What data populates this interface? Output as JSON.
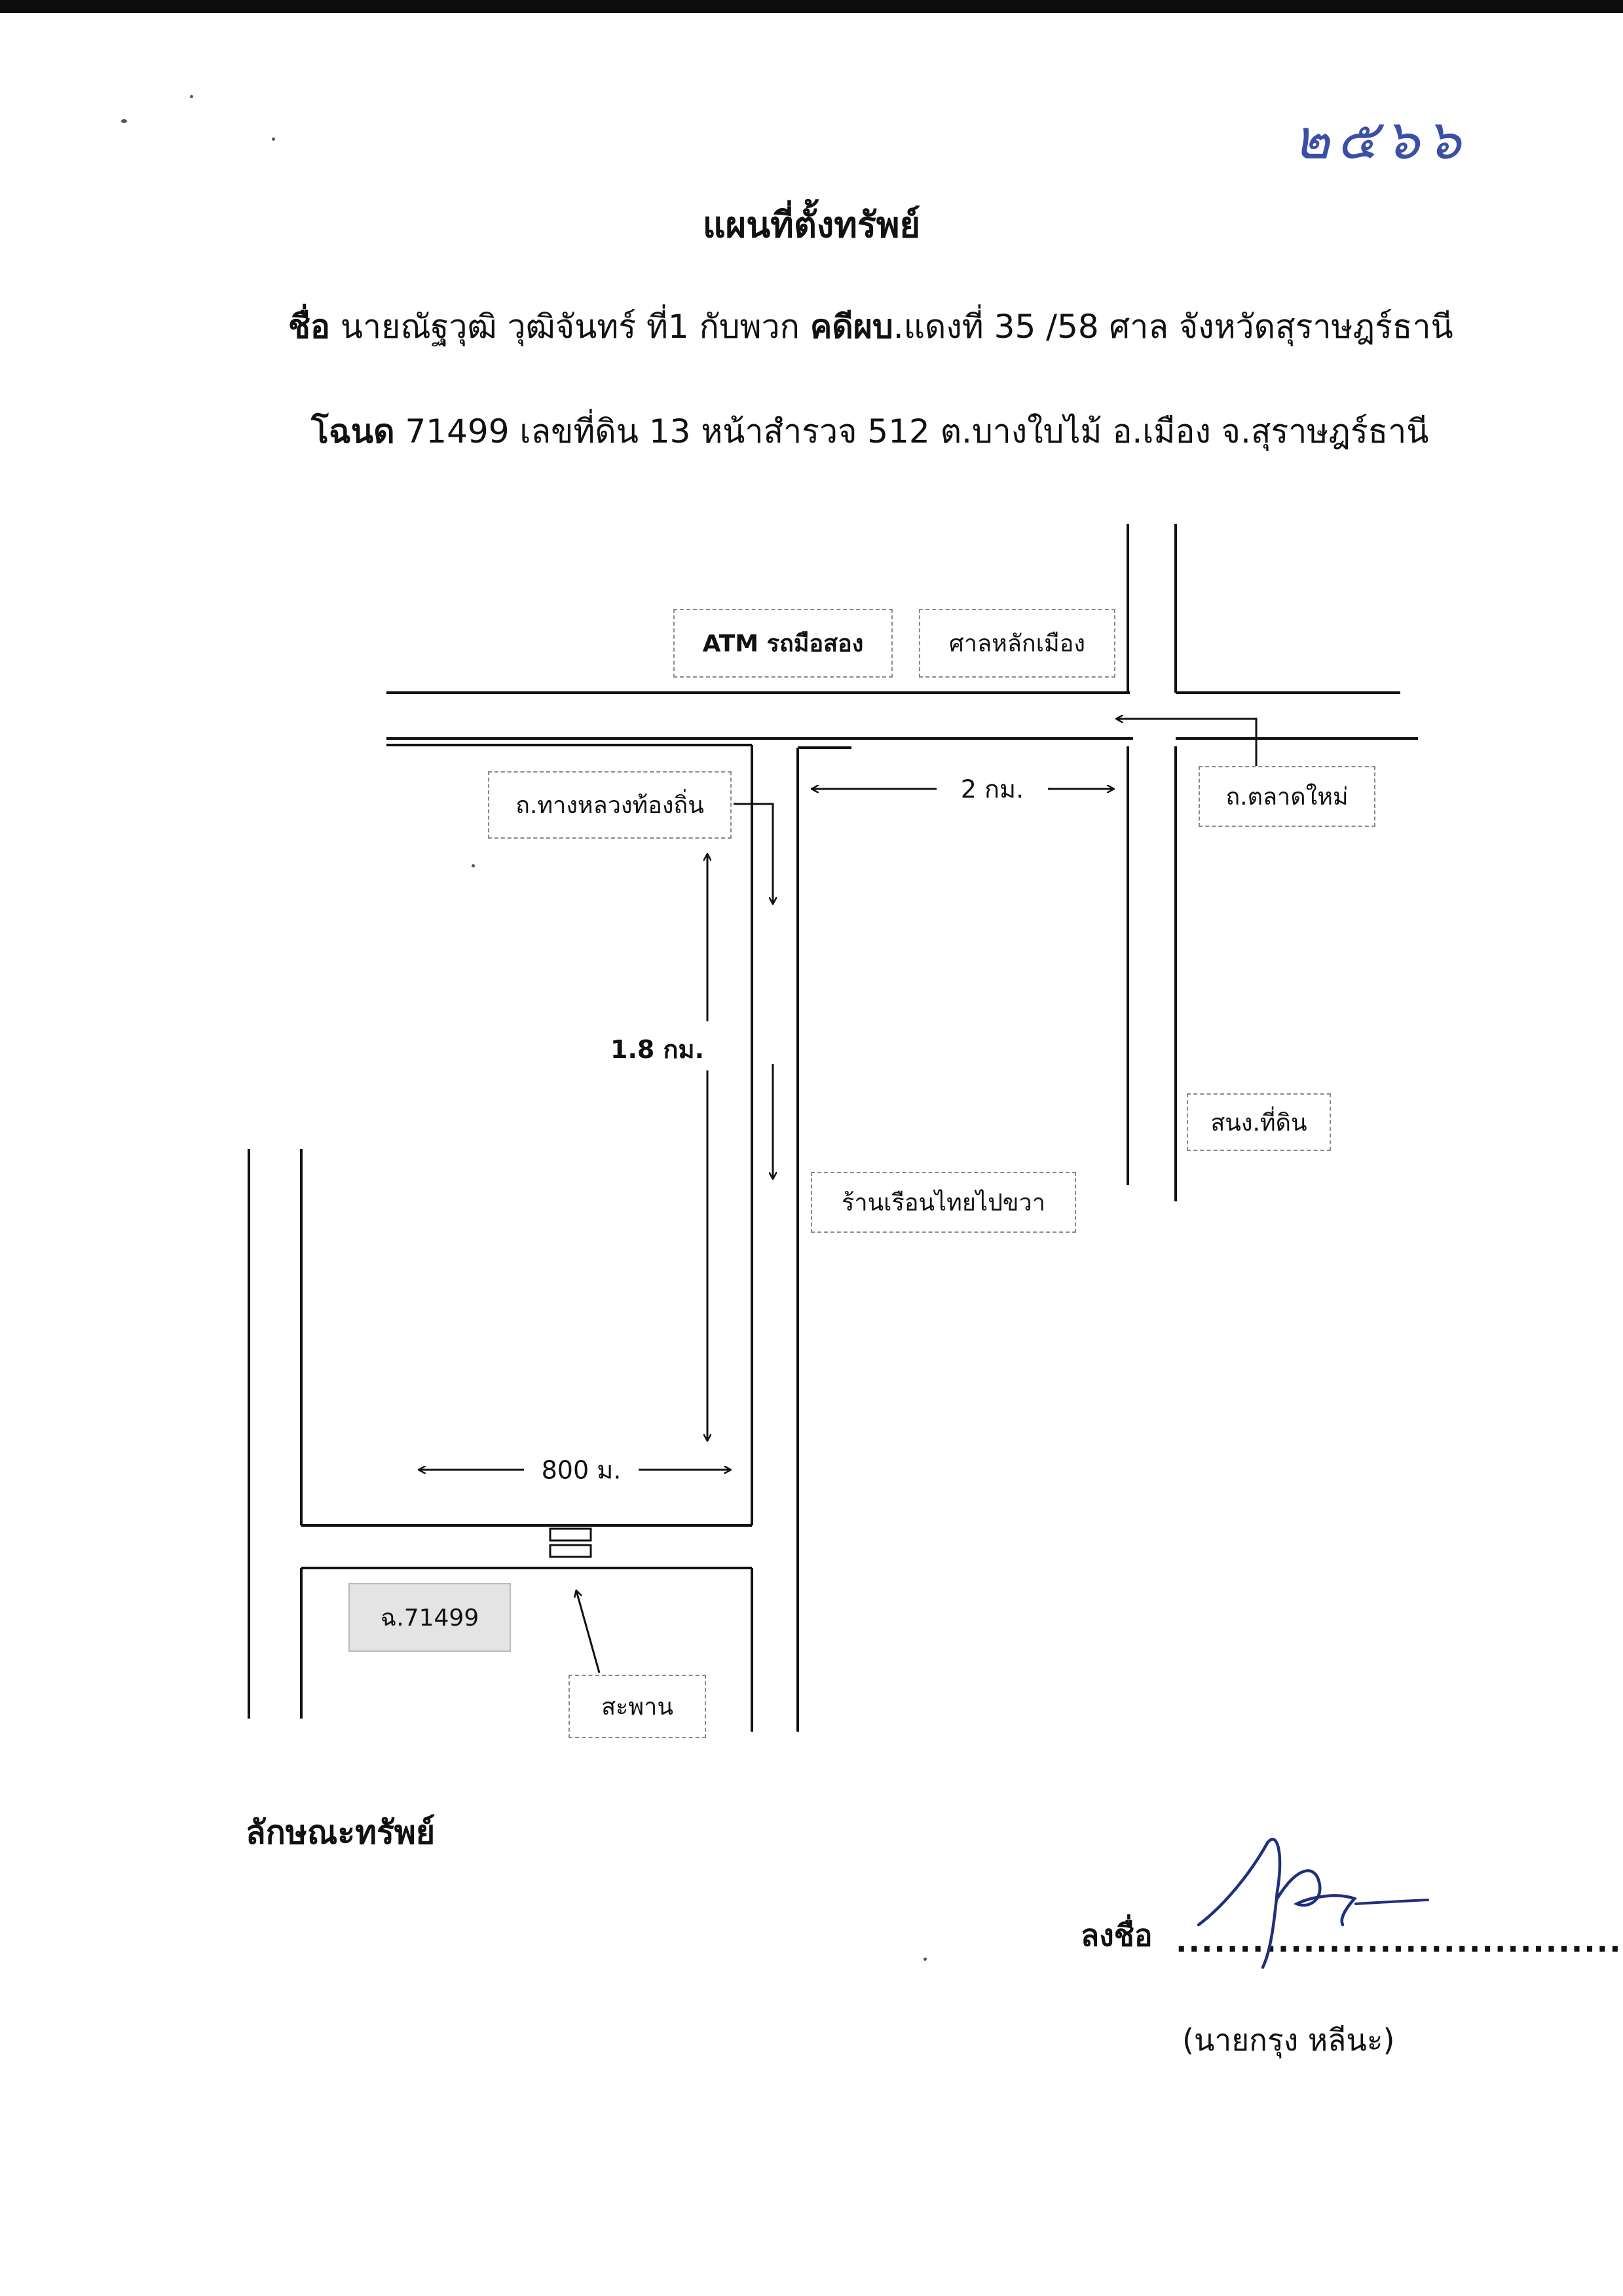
{
  "header": {
    "handwritten_number": "๒๕๖๖"
  },
  "title": "แผนที่ตั้งทรัพย์",
  "case_line": {
    "name_label": "ชื่อ",
    "name_text": " นายณัฐวุฒิ  วุฒิจันทร์   ที่1 กับพวก ",
    "case_label": "คดีผบ",
    "case_text": ".แดงที่ 35 /58 ศาล จังหวัดสุราษฎร์ธานี"
  },
  "deed_line": {
    "deed_label": "โฉนด",
    "deed_text": " 71499 เลขที่ดิน 13  หน้าสำรวจ 512  ต.บางใบไม้  อ.เมือง  จ.สุราษฎร์ธานี"
  },
  "map": {
    "labels": {
      "atm": "ATM รถมือสอง",
      "shrine": "ศาลหลักเมือง",
      "local_road": "ถ.ทางหลวงท้องถิ่น",
      "new_market_road": "ถ.ตลาดใหม่",
      "land_office": "สนง.ที่ดิน",
      "restaurant": "ร้านเรือนไทยไปขวา",
      "parcel": "ฉ.71499",
      "bridge": "สะพาน"
    },
    "distances": {
      "horizontal_top": "2 กม.",
      "vertical": "1.8 กม.",
      "horizontal_bottom": "800 ม."
    }
  },
  "property_char_label": "ลักษณะทรัพย์",
  "signature": {
    "label": "ลงชื่อ",
    "dots": "...................................",
    "signer": "(นายกรุง    หลีนะ)"
  }
}
